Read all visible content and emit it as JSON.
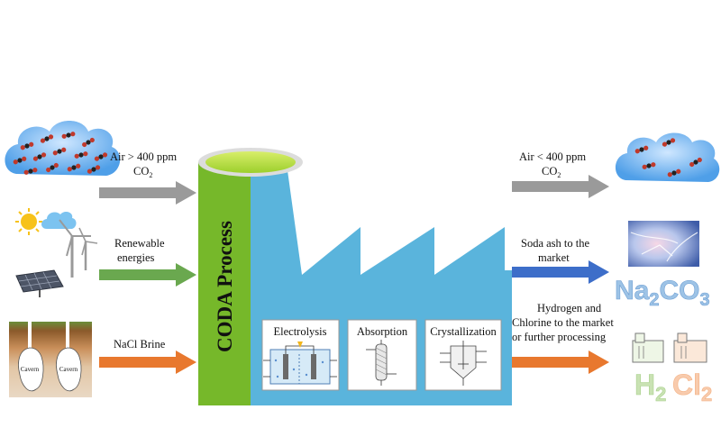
{
  "inputs": {
    "air_in": {
      "line1": "Air > 400 ppm",
      "line2_main": "CO",
      "line2_sub": "2"
    },
    "energy": {
      "line1": "Renewable",
      "line2": "energies"
    },
    "brine": {
      "label": "NaCl Brine"
    },
    "cavern_left": "Cavern",
    "cavern_right": "Cavern"
  },
  "factory": {
    "title": "CODA Process",
    "units": [
      {
        "label": "Electrolysis"
      },
      {
        "label": "Absorption"
      },
      {
        "label": "Crystallization"
      }
    ]
  },
  "outputs": {
    "air_out": {
      "line1": "Air < 400 ppm",
      "line2_main": "CO",
      "line2_sub": "2"
    },
    "soda": {
      "line1": "Soda ash to the",
      "line2": "market"
    },
    "soda_formula": {
      "p1": "Na",
      "s1": "2",
      "p2": "CO",
      "s2": "3"
    },
    "hc": {
      "line1": "Hydrogen and",
      "line2": "Chlorine to the market",
      "line3": "or further processing"
    },
    "h2": {
      "main": "H",
      "sub": "2"
    },
    "cl2": {
      "main": "Cl",
      "sub": "2"
    }
  },
  "colors": {
    "gray_arrow": "#9a9a9a",
    "green_arrow": "#6aa84f",
    "orange_arrow": "#e8782e",
    "blue_arrow": "#3d6ec9",
    "factory_blue": "#5ab4dc",
    "stack_green": "#76b82a",
    "cloud": "#5aa9ee",
    "h2_green": "#a9d18e",
    "cl2_orange": "#f4b183",
    "na2co3_blue": "#9dc3e6"
  }
}
